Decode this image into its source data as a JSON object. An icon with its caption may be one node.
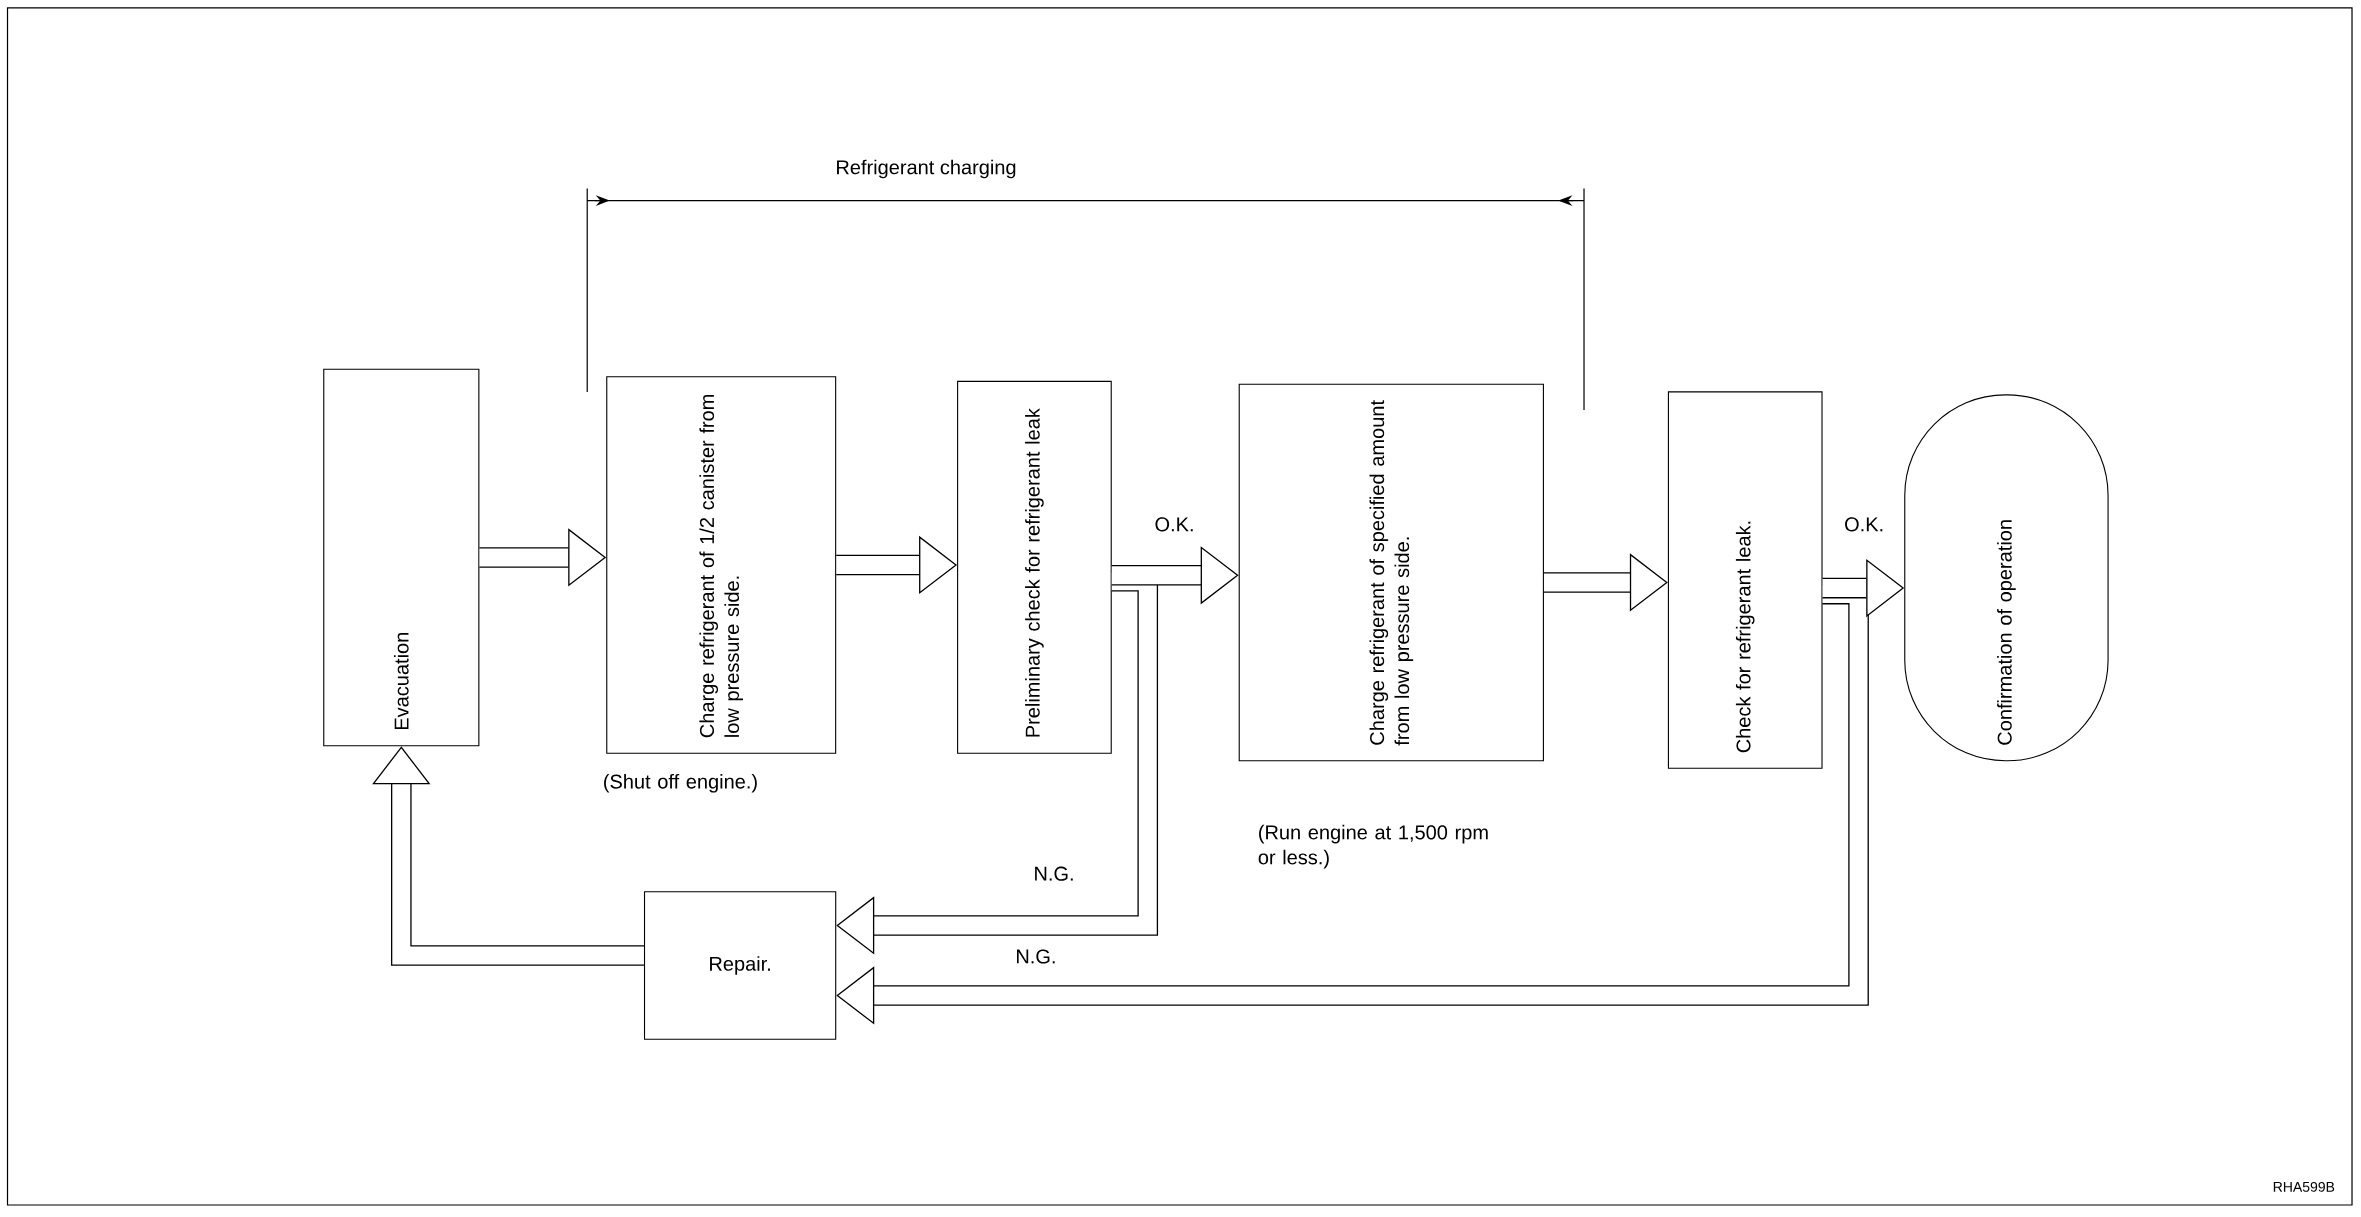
{
  "diagram": {
    "nodes": [
      {
        "text": [
          "Evacuation"
        ]
      },
      {
        "text": [
          "Charge refrigerant of 1/2 canister from low pressure side."
        ],
        "beside": [
          "(Shut off engine.)"
        ]
      },
      {
        "text": [
          "Preliminary check for refrigerant leak"
        ]
      },
      {
        "text": [
          "Charge refrigerant of specified amount from low pressure side."
        ],
        "beside": [
          "(Run engine at 1,500 rpm or less.)"
        ]
      },
      {
        "text": [
          "Check for refrigerant leak."
        ]
      },
      {
        "text": [
          "Confirmation of operation"
        ]
      },
      {
        "text": [
          "Repair."
        ]
      }
    ],
    "edges": [
      {
        "from": 0,
        "to": 1,
        "arrow": "to"
      },
      {
        "from": 1,
        "to": 2,
        "arrow": "to"
      },
      {
        "from": 2,
        "to": 6,
        "arrow": "to",
        "label": "N.G."
      },
      {
        "from": 2,
        "to": 3,
        "arrow": "to",
        "label": "O.K."
      },
      {
        "from": 3,
        "to": 4,
        "arrow": "to"
      },
      {
        "from": 4,
        "to": 6,
        "arrow": "to",
        "label": "N.G."
      },
      {
        "from": 4,
        "to": 5,
        "arrow": "to",
        "label": "O.K."
      },
      {
        "from": 6,
        "to": 0,
        "arrow": "to"
      }
    ],
    "labels": [
      "Refrigerant charging",
      "RHA599B"
    ]
  }
}
